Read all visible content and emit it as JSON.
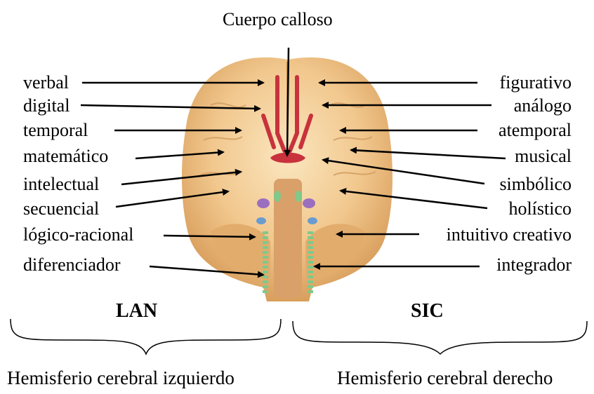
{
  "title": "Cuerpo calloso",
  "left_labels": [
    "verbal",
    "digital",
    "temporal",
    "matemático",
    "intelectual",
    "secuencial",
    "lógico-racional",
    "diferenciador"
  ],
  "right_labels": [
    "figurativo",
    "análogo",
    "atemporal",
    "musical",
    "simbólico",
    "holístico",
    "intuitivo creativo",
    "integrador"
  ],
  "left_group": {
    "acronym": "LAN",
    "caption": "Hemisferio cerebral izquierdo"
  },
  "right_group": {
    "acronym": "SIC",
    "caption": "Hemisferio cerebral derecho"
  },
  "colors": {
    "brain_light": "#f6d9a8",
    "brain_mid": "#e9b87a",
    "brain_dark": "#c98d4e",
    "vessel": "#c8323c",
    "cord_green": "#7fc98a"
  }
}
